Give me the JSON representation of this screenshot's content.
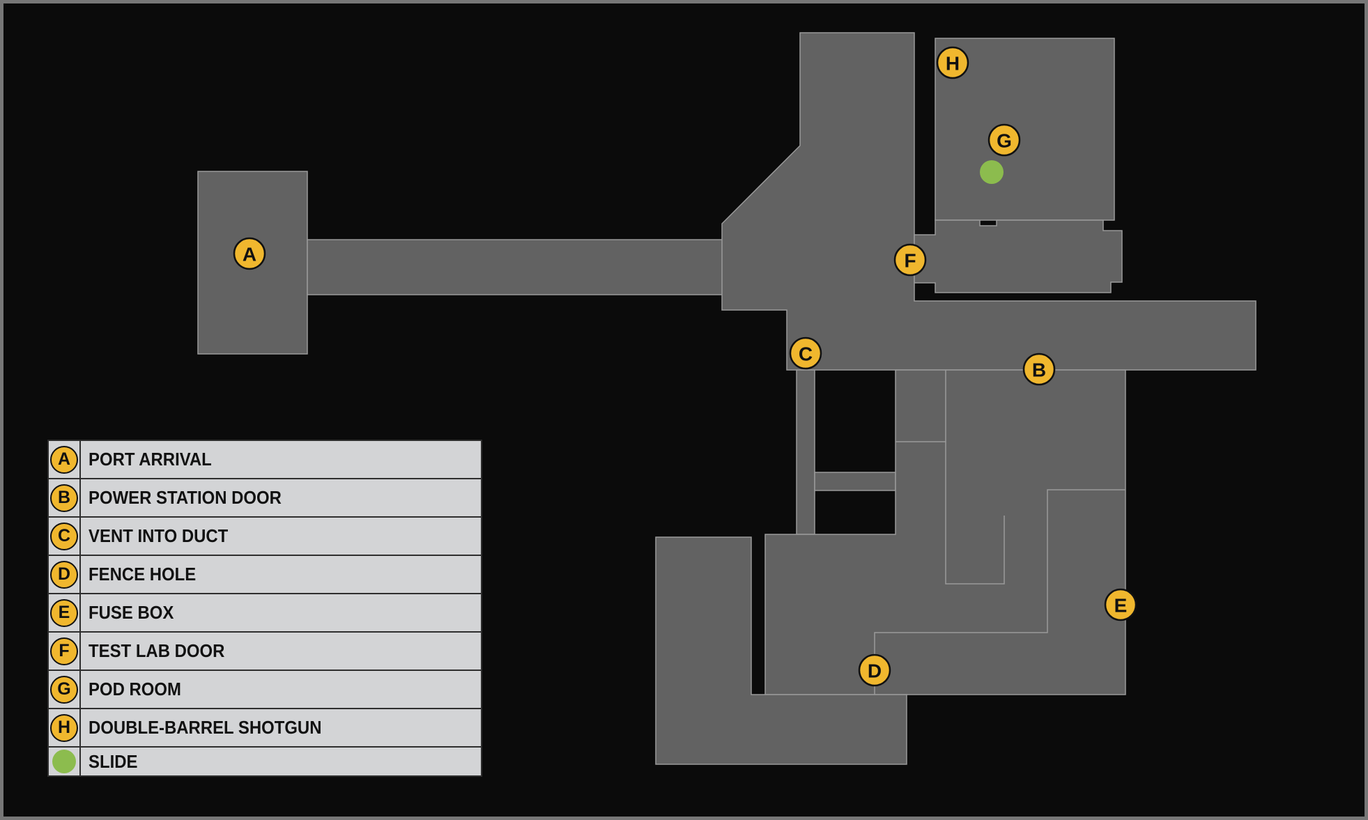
{
  "colors": {
    "background": "#0b0b0b",
    "room_fill": "#626262",
    "room_outline": "#9a9a9a",
    "marker": "#f0b72e",
    "slide_marker": "#8cbc4e",
    "legend_bg": "#d3d4d6"
  },
  "markers": [
    {
      "letter": "A",
      "label": "PORT ARRIVAL"
    },
    {
      "letter": "B",
      "label": "POWER STATION DOOR"
    },
    {
      "letter": "C",
      "label": "VENT INTO DUCT"
    },
    {
      "letter": "D",
      "label": "FENCE HOLE"
    },
    {
      "letter": "E",
      "label": "FUSE BOX"
    },
    {
      "letter": "F",
      "label": "TEST LAB DOOR"
    },
    {
      "letter": "G",
      "label": "POD ROOM"
    },
    {
      "letter": "H",
      "label": "DOUBLE-BARREL SHOTGUN"
    }
  ],
  "legend": {
    "slide_label": "SLIDE",
    "slide_icon": "green-dot"
  }
}
